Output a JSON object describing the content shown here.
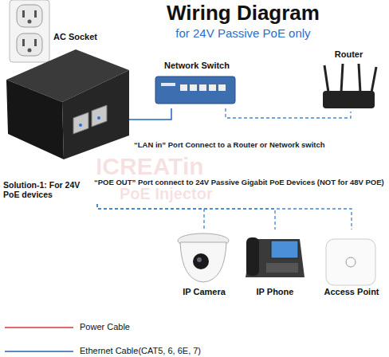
{
  "diagram": {
    "title": "Wiring Diagram",
    "nodes": [
      {
        "text": [
          "AC Socket"
        ]
      },
      {
        "text": [
          "Solution-1: For 24V PoE devices"
        ]
      },
      {
        "text": [
          "Network Switch"
        ]
      },
      {
        "text": [
          "Router"
        ]
      },
      {
        "text": [
          "IP Camera"
        ]
      },
      {
        "text": [
          "IP Phone"
        ]
      },
      {
        "text": [
          "Access Point"
        ]
      }
    ],
    "edges": [
      {
        "from": 1,
        "to": 2,
        "arrow": "none",
        "label": "“LAN in” Port Connect to a Router or Network switch"
      },
      {
        "from": 2,
        "to": 3,
        "arrow": "none"
      },
      {
        "from": 1,
        "to": 4,
        "arrow": "none",
        "label": "“POE OUT” Port connect to 24V Passive Gigabit PoE Devices (NOT for 48V POE)"
      },
      {
        "from": 1,
        "to": 5,
        "arrow": "none"
      },
      {
        "from": 1,
        "to": 6,
        "arrow": "none"
      }
    ],
    "labels": [
      "for 24V Passive PoE only",
      "ICREATin",
      "PoE Injector"
    ],
    "legend": [
      {
        "text": "Power Cable"
      },
      {
        "text": "Ethernet Cable(CAT5, 6, 6E, 7)"
      }
    ]
  }
}
